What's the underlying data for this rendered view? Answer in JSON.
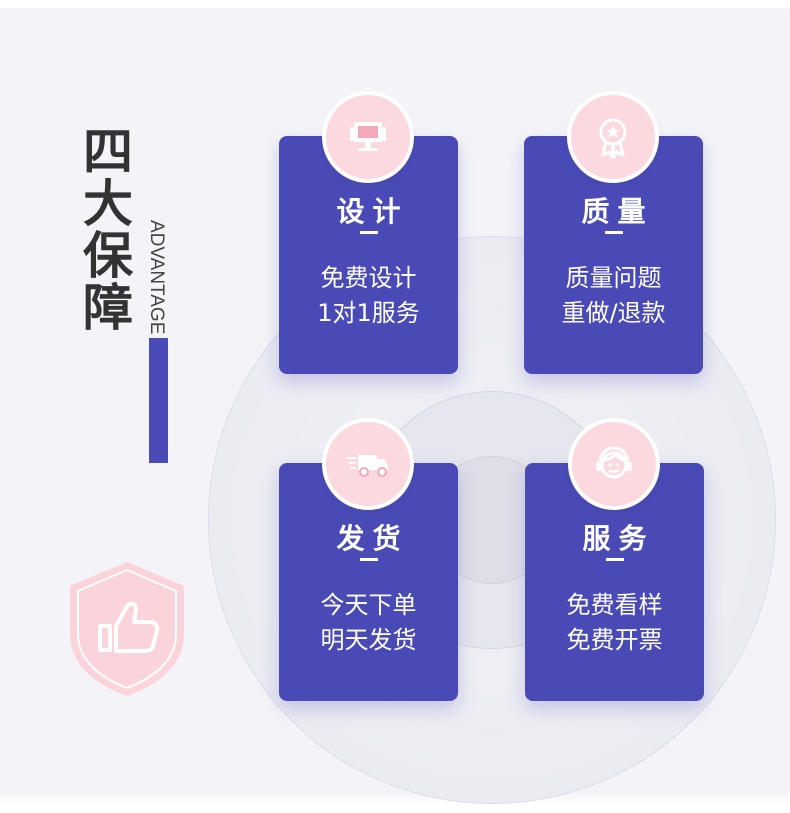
{
  "heading": {
    "title_chars": [
      "四",
      "大",
      "保",
      "障"
    ],
    "subtitle": "ADVANTAGE"
  },
  "colors": {
    "card": "#4a4ab6",
    "badge": "#fbd9df",
    "accent_bar": "#4a4ab8",
    "title": "#333333"
  },
  "icons": {
    "shield": "thumbs-up-shield-icon"
  },
  "cards": [
    {
      "title": "设计",
      "line1": "免费设计",
      "line2": "1对1服务",
      "icon": "monitor-icon"
    },
    {
      "title": "质量",
      "line1": "质量问题",
      "line2": "重做/退款",
      "icon": "award-medal-icon"
    },
    {
      "title": "发货",
      "line1": "今天下单",
      "line2": "明天发货",
      "icon": "delivery-truck-icon"
    },
    {
      "title": "服务",
      "line1": "免费看样",
      "line2": "免费开票",
      "icon": "customer-service-icon"
    }
  ]
}
